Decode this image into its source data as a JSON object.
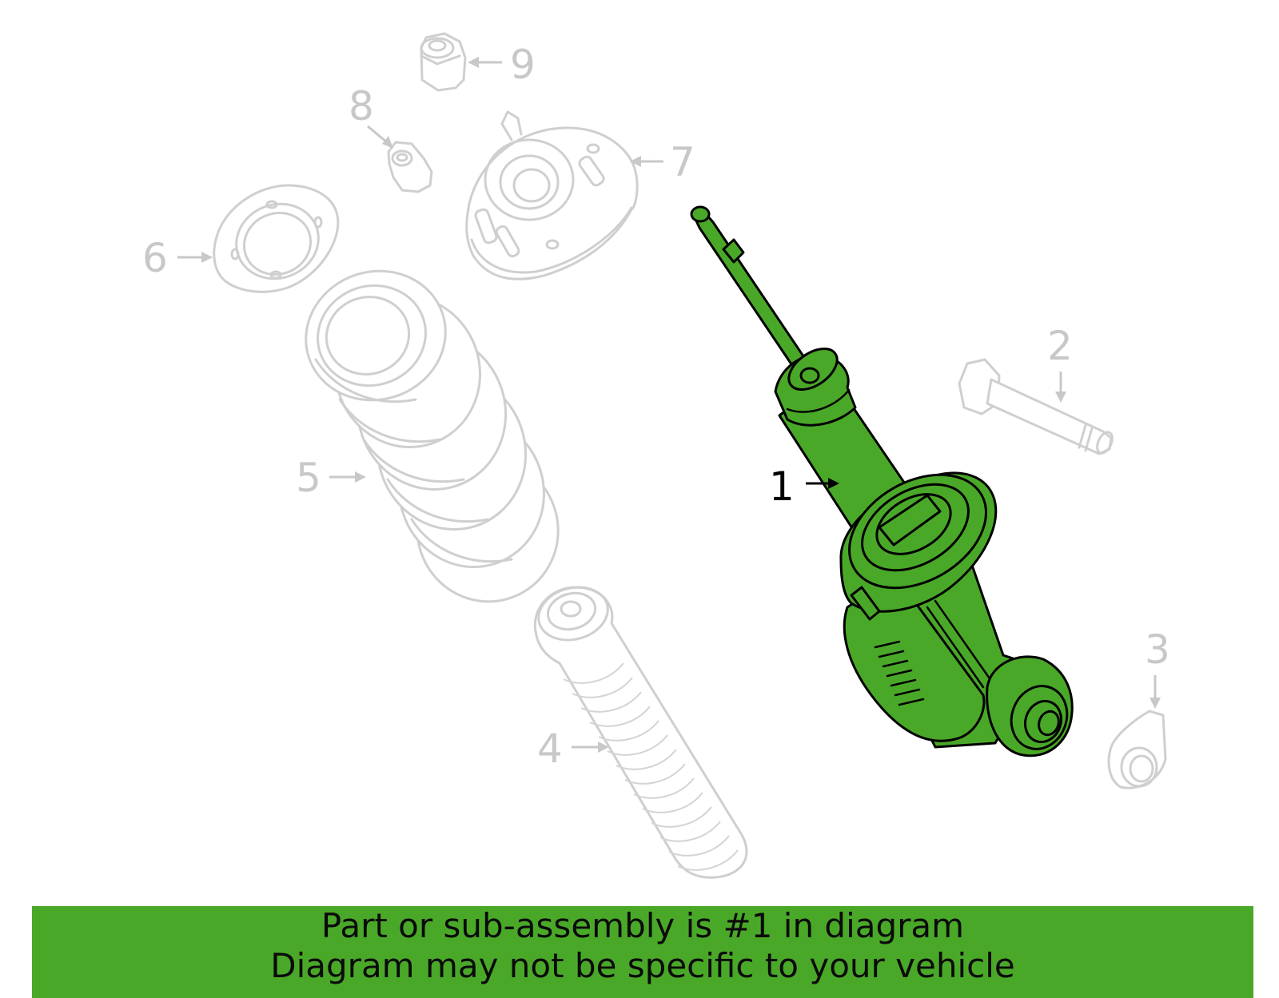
{
  "diagram": {
    "callouts": [
      {
        "number": "1",
        "part": "strut-assembly",
        "highlighted": true
      },
      {
        "number": "2",
        "part": "bolt",
        "highlighted": false
      },
      {
        "number": "3",
        "part": "nut",
        "highlighted": false
      },
      {
        "number": "4",
        "part": "dust-boot",
        "highlighted": false
      },
      {
        "number": "5",
        "part": "coil-spring",
        "highlighted": false
      },
      {
        "number": "6",
        "part": "spring-seat",
        "highlighted": false
      },
      {
        "number": "7",
        "part": "upper-mount",
        "highlighted": false
      },
      {
        "number": "8",
        "part": "nut",
        "highlighted": false
      },
      {
        "number": "9",
        "part": "nut",
        "highlighted": false
      }
    ],
    "highlight_color": "#4aa829",
    "ghost_color": "#c8c8c8"
  },
  "banner": {
    "line1": "Part or sub-assembly is #1 in diagram",
    "line2": "Diagram may not be specific to your vehicle",
    "background": "#4aa829"
  }
}
